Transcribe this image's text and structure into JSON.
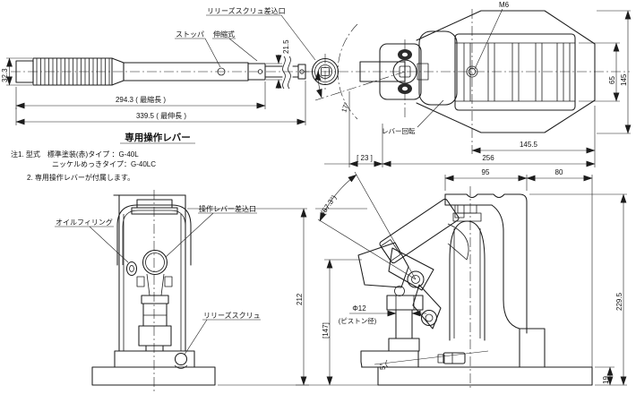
{
  "drawing": {
    "lever": {
      "title": "専用操作レバー",
      "label_stopper": "ストッパ",
      "label_telescopic": "伸縮式",
      "label_release_port": "リリーズスクリュ差込口",
      "dim_grip_od": "32.3",
      "dim_tube_od": "21.5",
      "dim_min": "294.3 ( 最縮長 )",
      "dim_max": "339.5 ( 最伸長 )"
    },
    "notes": {
      "line1": "注1. 型式　標準塗装(赤)タイプ ：G-40L",
      "line2": "ニッケルめっきタイプ：G-40LC",
      "line3": "2. 専用操作レバーが付属します。"
    },
    "top_view": {
      "label_m6": "M6",
      "label_lever_rotation": "レバー回転",
      "dim_angle": "17°",
      "dim_inner": "65",
      "dim_outer": "145",
      "dim_head": "145.5",
      "dim_length": "256",
      "dim_offset": "[ 23 ]"
    },
    "front_view": {
      "label_oil": "オイルフィリング",
      "label_port": "操作レバー差込口",
      "label_release": "リリーズスクリュ",
      "dim_height": "212"
    },
    "side_view": {
      "dim_top_front": "95",
      "dim_top_rear": "80",
      "dim_total_height": "229.5",
      "dim_base": "19",
      "dim_piston": "Φ12",
      "dim_piston_note": "(ピストン径)",
      "dim_ref_height": "[147]",
      "dim_screw_angle": "5°",
      "dim_swing_angle": "(57.3°)"
    }
  }
}
